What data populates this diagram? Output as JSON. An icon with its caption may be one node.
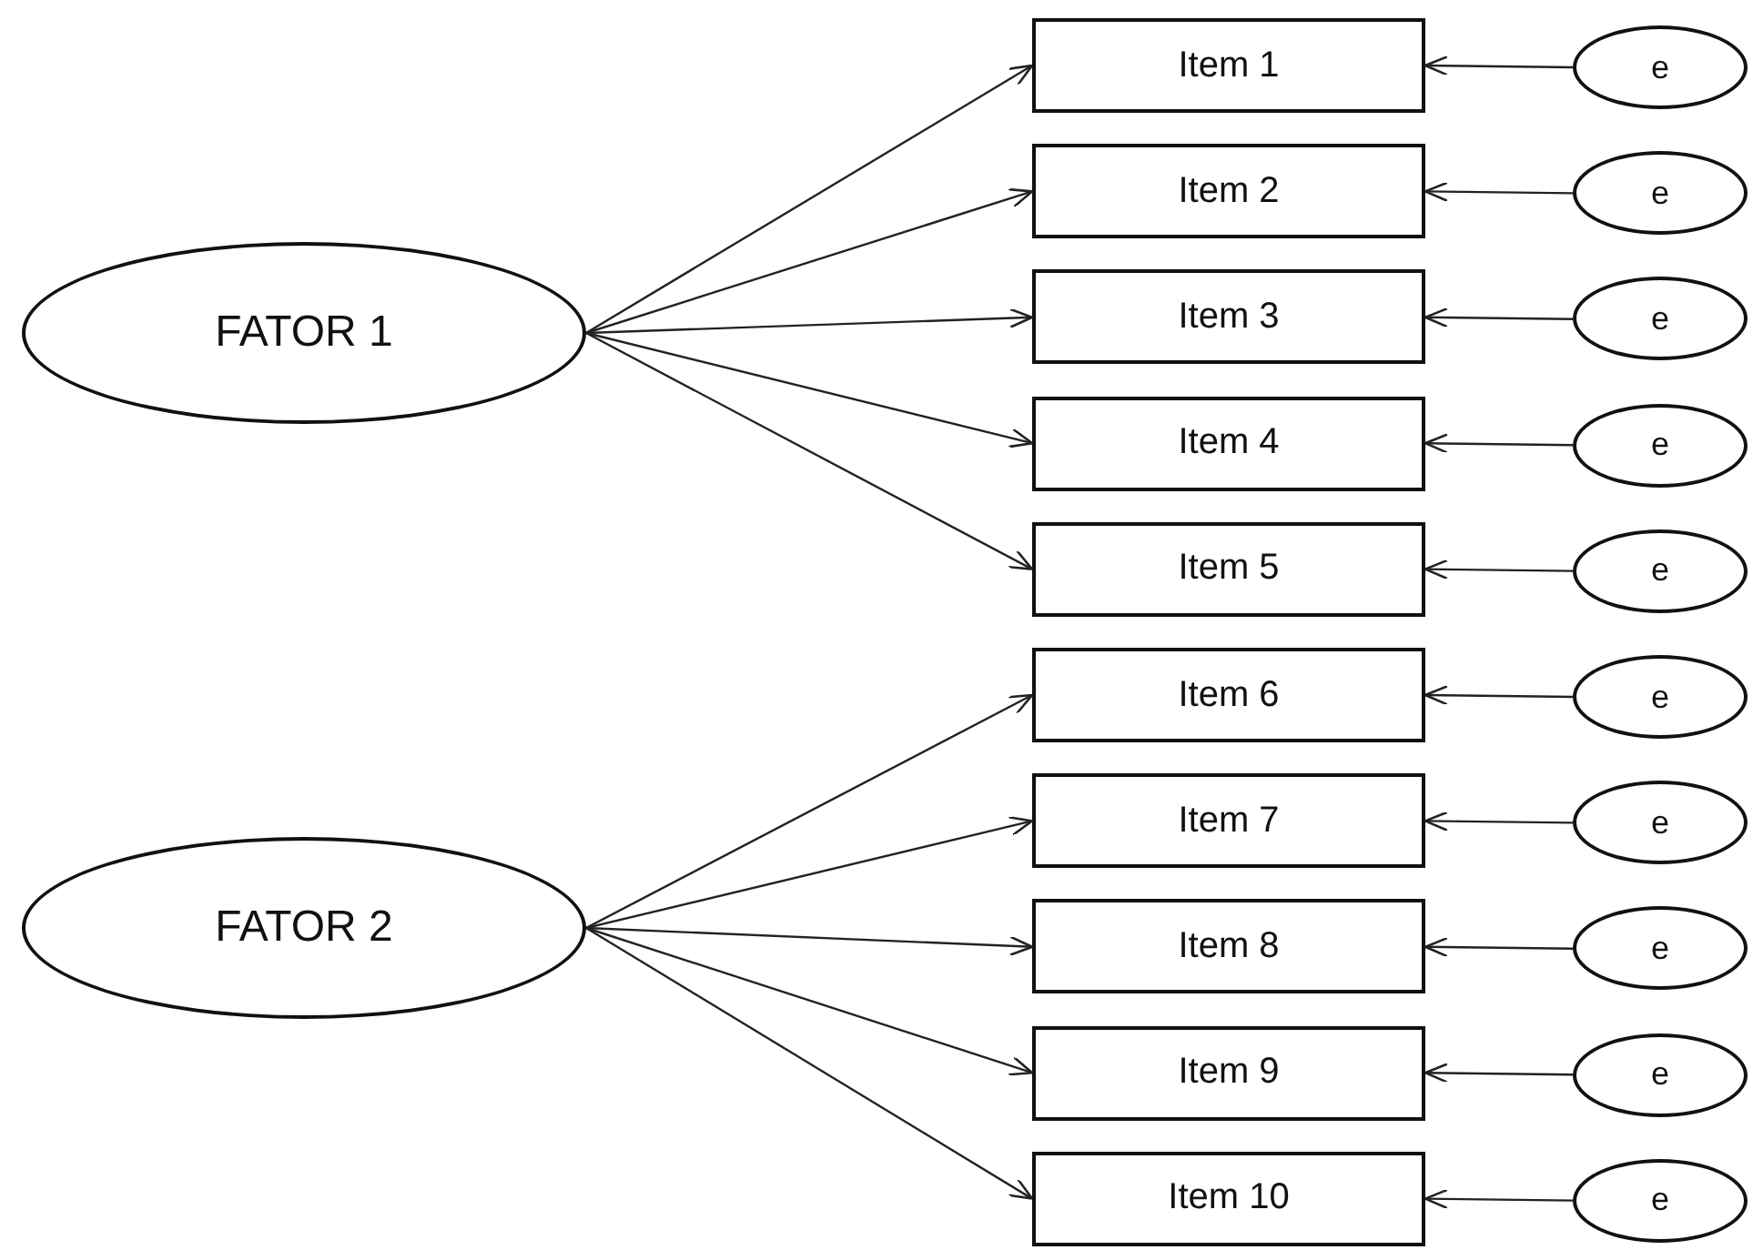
{
  "diagram": {
    "nodes": [
      {
        "text": [
          "FATOR 1"
        ]
      },
      {
        "text": [
          "FATOR 2"
        ]
      },
      {
        "text": [
          "Item 1"
        ]
      },
      {
        "text": [
          "Item 2"
        ]
      },
      {
        "text": [
          "Item 3"
        ]
      },
      {
        "text": [
          "Item 4"
        ]
      },
      {
        "text": [
          "Item 5"
        ]
      },
      {
        "text": [
          "Item 6"
        ]
      },
      {
        "text": [
          "Item 7"
        ]
      },
      {
        "text": [
          "Item 8"
        ]
      },
      {
        "text": [
          "Item 9"
        ]
      },
      {
        "text": [
          "Item 10"
        ]
      },
      {
        "text": [
          "e"
        ]
      },
      {
        "text": [
          "e"
        ]
      },
      {
        "text": [
          "e"
        ]
      },
      {
        "text": [
          "e"
        ]
      },
      {
        "text": [
          "e"
        ]
      },
      {
        "text": [
          "e"
        ]
      },
      {
        "text": [
          "e"
        ]
      },
      {
        "text": [
          "e"
        ]
      },
      {
        "text": [
          "e"
        ]
      },
      {
        "text": [
          "e"
        ]
      }
    ],
    "edges": [
      {
        "from": 0,
        "to": 2,
        "arrow": "to"
      },
      {
        "from": 0,
        "to": 3,
        "arrow": "to"
      },
      {
        "from": 0,
        "to": 4,
        "arrow": "to"
      },
      {
        "from": 0,
        "to": 5,
        "arrow": "to"
      },
      {
        "from": 0,
        "to": 6,
        "arrow": "to"
      },
      {
        "from": 1,
        "to": 7,
        "arrow": "to"
      },
      {
        "from": 1,
        "to": 8,
        "arrow": "to"
      },
      {
        "from": 1,
        "to": 9,
        "arrow": "to"
      },
      {
        "from": 1,
        "to": 10,
        "arrow": "to"
      },
      {
        "from": 1,
        "to": 11,
        "arrow": "to"
      },
      {
        "from": 12,
        "to": 2,
        "arrow": "to"
      },
      {
        "from": 13,
        "to": 3,
        "arrow": "to"
      },
      {
        "from": 14,
        "to": 4,
        "arrow": "to"
      },
      {
        "from": 15,
        "to": 5,
        "arrow": "to"
      },
      {
        "from": 16,
        "to": 6,
        "arrow": "to"
      },
      {
        "from": 17,
        "to": 7,
        "arrow": "to"
      },
      {
        "from": 18,
        "to": 8,
        "arrow": "to"
      },
      {
        "from": 19,
        "to": 9,
        "arrow": "to"
      },
      {
        "from": 20,
        "to": 10,
        "arrow": "to"
      },
      {
        "from": 21,
        "to": 11,
        "arrow": "to"
      }
    ]
  }
}
